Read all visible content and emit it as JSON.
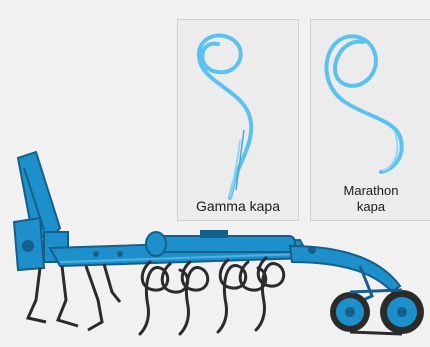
{
  "tines": [
    {
      "name_line1": "Gamma kapa",
      "name_line2": ""
    },
    {
      "name_line1": "Marathon",
      "name_line2": "kapa"
    }
  ],
  "colors": {
    "background": "#f1f1f2",
    "card_background": "#ececed",
    "card_border": "#d0d0d3",
    "tine_blue": "#5bc2f0",
    "machine_blue": "#1d8fcb",
    "machine_dark": "#155f8a",
    "steel_dark": "#2b2b2b"
  },
  "icons": [
    "gamma-tine-icon",
    "marathon-tine-icon",
    "cultivator-machine-illustration"
  ]
}
